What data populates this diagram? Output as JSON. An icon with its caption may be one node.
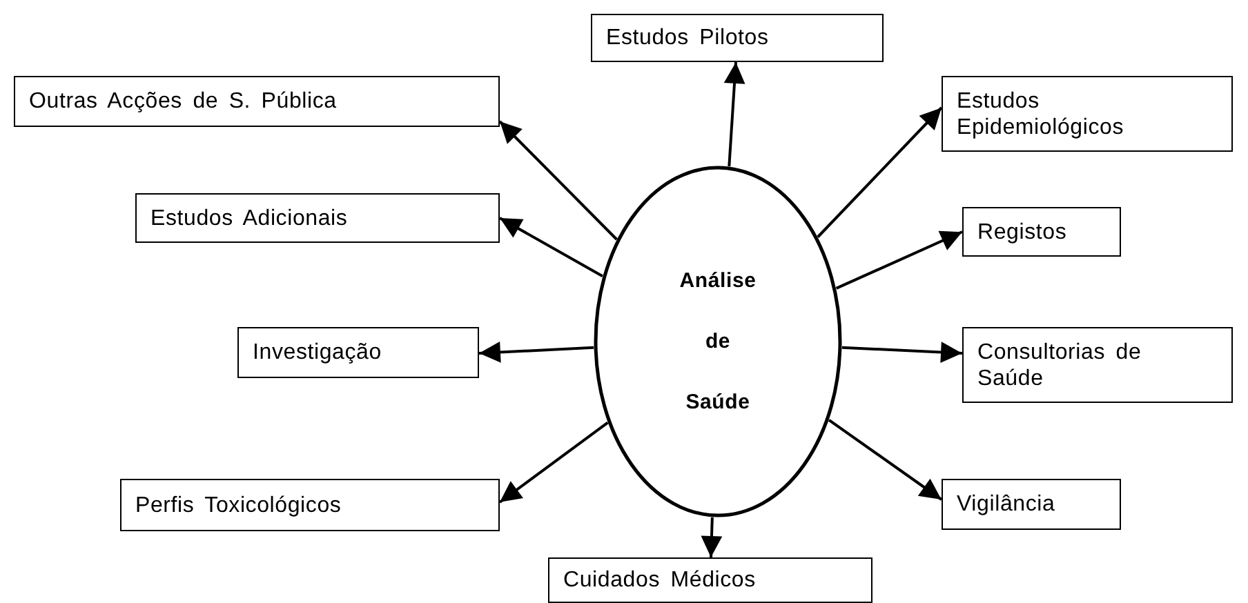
{
  "diagram": {
    "nodes": [
      {
        "text": [
          "Análise de Saúde"
        ]
      },
      {
        "text": [
          "Estudos Pilotos"
        ]
      },
      {
        "text": [
          "Outras Acções de S. Pública"
        ]
      },
      {
        "text": [
          "Estudos Epidemiológicos"
        ]
      },
      {
        "text": [
          "Estudos Adicionais"
        ]
      },
      {
        "text": [
          "Registos"
        ]
      },
      {
        "text": [
          "Investigação"
        ]
      },
      {
        "text": [
          "Consultorias de Saúde"
        ]
      },
      {
        "text": [
          "Perfis Toxicológicos"
        ]
      },
      {
        "text": [
          "Vigilância"
        ]
      },
      {
        "text": [
          "Cuidados Médicos"
        ]
      }
    ],
    "edges": [
      {
        "from": 0,
        "to": 1,
        "arrow": "to"
      },
      {
        "from": 0,
        "to": 2,
        "arrow": "to"
      },
      {
        "from": 0,
        "to": 3,
        "arrow": "to"
      },
      {
        "from": 0,
        "to": 4,
        "arrow": "to"
      },
      {
        "from": 0,
        "to": 5,
        "arrow": "to"
      },
      {
        "from": 0,
        "to": 6,
        "arrow": "to"
      },
      {
        "from": 0,
        "to": 7,
        "arrow": "to"
      },
      {
        "from": 0,
        "to": 8,
        "arrow": "to"
      },
      {
        "from": 0,
        "to": 9,
        "arrow": "to"
      },
      {
        "from": 0,
        "to": 10,
        "arrow": "to"
      }
    ]
  }
}
